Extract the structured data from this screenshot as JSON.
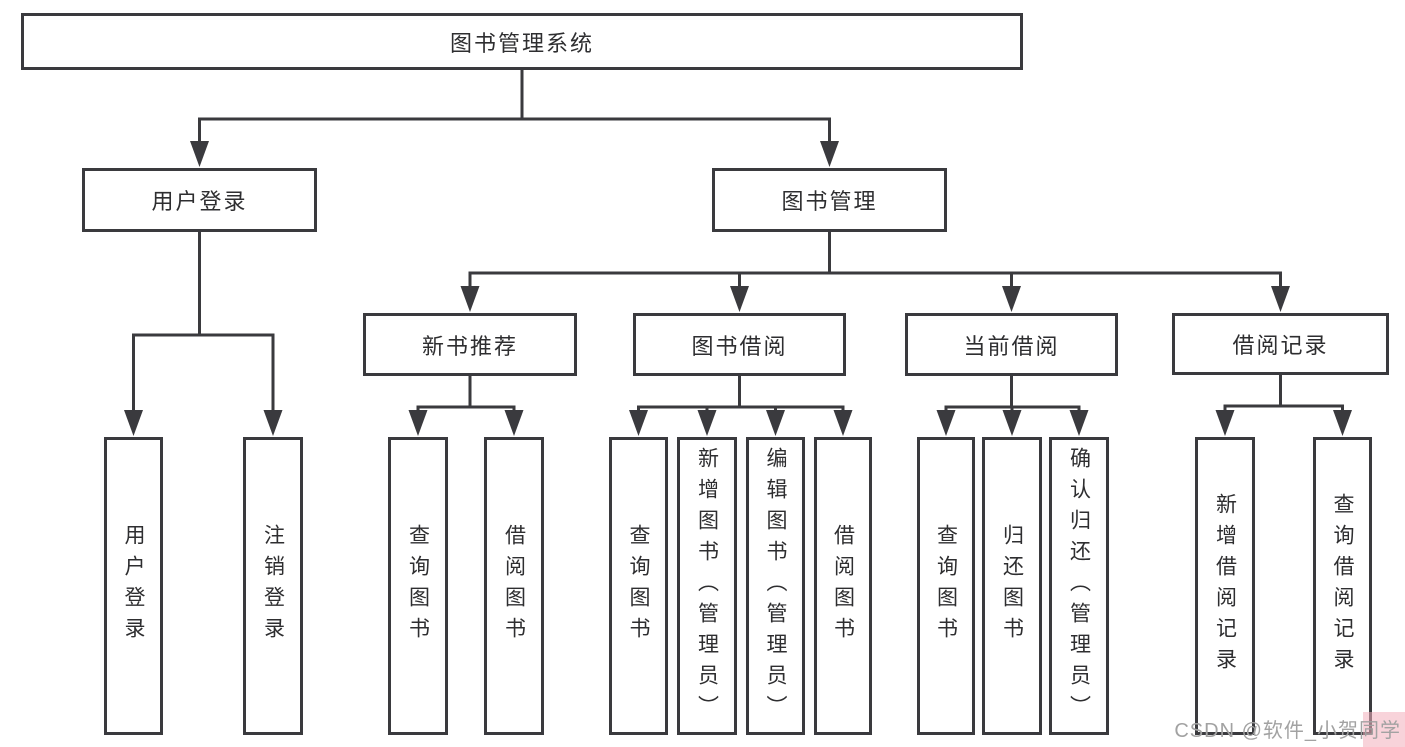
{
  "diagram": {
    "title": "图书管理系统",
    "nodes": [
      {
        "id": "root",
        "label": "图书管理系统",
        "children": [
          "login",
          "mgmt"
        ]
      },
      {
        "id": "login",
        "label": "用户登录",
        "children": [
          "u1",
          "u2"
        ]
      },
      {
        "id": "mgmt",
        "label": "图书管理",
        "children": [
          "recommend",
          "borrow",
          "current",
          "records"
        ]
      },
      {
        "id": "recommend",
        "label": "新书推荐",
        "children": [
          "r1",
          "r2"
        ]
      },
      {
        "id": "borrow",
        "label": "图书借阅",
        "children": [
          "b1",
          "b2",
          "b3",
          "b4"
        ]
      },
      {
        "id": "current",
        "label": "当前借阅",
        "children": [
          "c1",
          "c2",
          "c3"
        ]
      },
      {
        "id": "records",
        "label": "借阅记录",
        "children": [
          "rc1",
          "rc2"
        ]
      },
      {
        "id": "u1",
        "label": "用户登录",
        "children": []
      },
      {
        "id": "u2",
        "label": "注销登录",
        "children": []
      },
      {
        "id": "r1",
        "label": "查询图书",
        "children": []
      },
      {
        "id": "r2",
        "label": "借阅图书",
        "children": []
      },
      {
        "id": "b1",
        "label": "查询图书",
        "children": []
      },
      {
        "id": "b2",
        "label": "新增图书（管理员）",
        "children": []
      },
      {
        "id": "b3",
        "label": "编辑图书（管理员）",
        "children": []
      },
      {
        "id": "b4",
        "label": "借阅图书",
        "children": []
      },
      {
        "id": "c1",
        "label": "查询图书",
        "children": []
      },
      {
        "id": "c2",
        "label": "归还图书",
        "children": []
      },
      {
        "id": "c3",
        "label": "确认归还（管理员）",
        "children": []
      },
      {
        "id": "rc1",
        "label": "新增借阅记录",
        "children": []
      },
      {
        "id": "rc2",
        "label": "查询借阅记录",
        "children": []
      }
    ]
  },
  "watermark": {
    "text": "CSDN @软件_小贺同学"
  },
  "colors": {
    "line": "#3a3a3e",
    "text": "#2e2e30",
    "background": "#ffffff",
    "watermark_text": "#a2a2a2",
    "watermark_highlight": "#f2aebc"
  }
}
